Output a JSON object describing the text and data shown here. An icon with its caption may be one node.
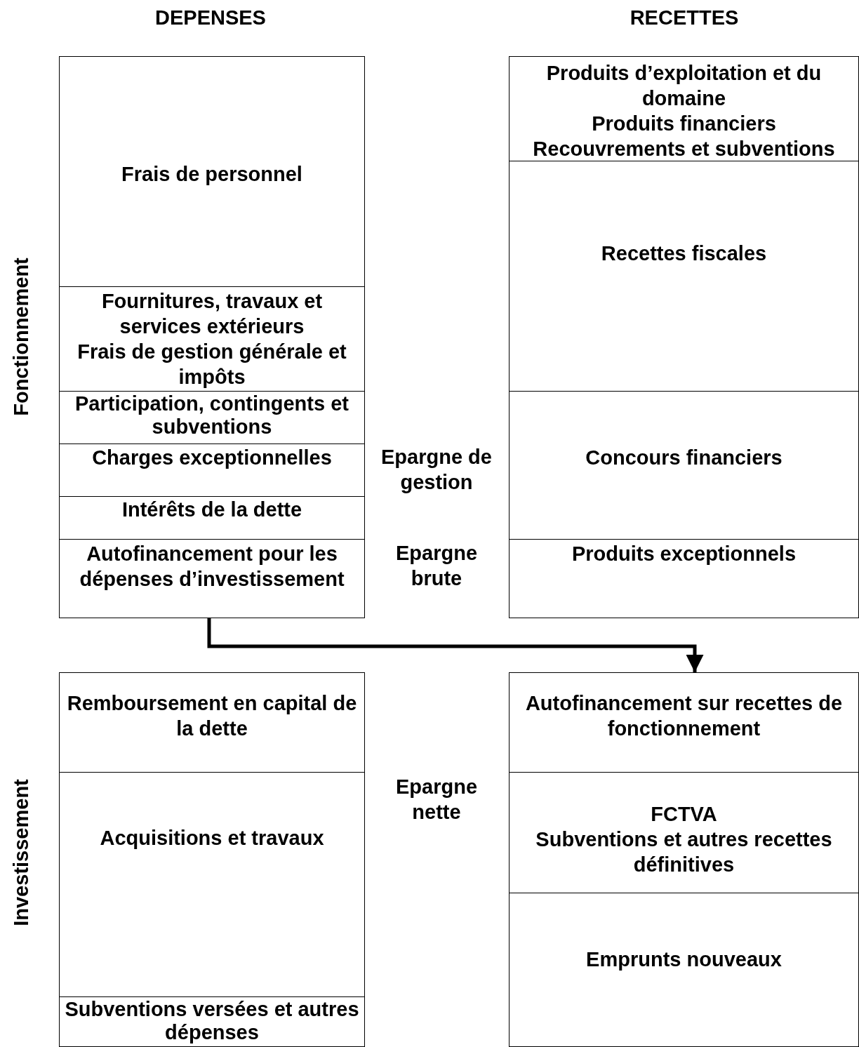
{
  "diagram": {
    "nodes": [
      {
        "text": [
          "Frais de personnel"
        ]
      },
      {
        "text": [
          "Fournitures, travaux et services extérieurs",
          "Frais de gestion générale et impôts"
        ]
      },
      {
        "text": [
          "Participation, contingents et subventions"
        ]
      },
      {
        "text": [
          "Charges exceptionnelles"
        ]
      },
      {
        "text": [
          "Intérêts de la dette"
        ]
      },
      {
        "text": [
          "Autofinancement pour les dépenses d’investissement"
        ]
      },
      {
        "text": [
          "Produits d’exploitation et du domaine",
          "Produits financiers",
          "Recouvrements et subventions"
        ]
      },
      {
        "text": [
          "Recettes fiscales"
        ]
      },
      {
        "text": [
          "Concours financiers"
        ]
      },
      {
        "text": [
          "Produits exceptionnels"
        ]
      },
      {
        "text": [
          "Remboursement en capital de la dette"
        ]
      },
      {
        "text": [
          "Acquisitions et travaux"
        ]
      },
      {
        "text": [
          "Subventions versées et autres dépenses"
        ]
      },
      {
        "text": [
          "Autofinancement sur recettes de fonctionnement"
        ]
      },
      {
        "text": [
          "FCTVA",
          "Subventions et autres recettes définitives"
        ]
      },
      {
        "text": [
          "Emprunts nouveaux"
        ]
      }
    ],
    "edges": [
      {
        "from": 5,
        "to": 13,
        "arrow": "to"
      }
    ],
    "labels": [
      "DEPENSES",
      "RECETTES",
      "Fonctionnement",
      "Epargne de gestion",
      "Epargne brute",
      "Investissement",
      "Epargne nette"
    ]
  }
}
